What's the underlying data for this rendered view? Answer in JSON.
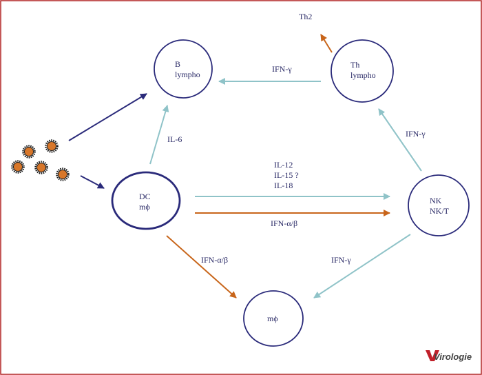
{
  "colors": {
    "frame": "#b02020",
    "node": "#2a2a7a",
    "cytokine": "#8fc3c8",
    "interferon": "#c8651a",
    "entry": "#2a2a7a",
    "particle_fill": "#d8772a",
    "particle_edge": "#1a1a1a"
  },
  "nodes": {
    "b": {
      "line1": "B",
      "line2": "lympho"
    },
    "th": {
      "line1": "Th",
      "line2": "lympho"
    },
    "dc": {
      "line1": "DC",
      "line2": "mϕ"
    },
    "nk": {
      "line1": "NK",
      "line2": "NK/T"
    },
    "m": {
      "line1": "mϕ"
    }
  },
  "labels": {
    "th2": "Th2",
    "ifn_gamma_th_b": "IFN-γ",
    "il6": "IL-6",
    "ifn_gamma_nk_th": "IFN-γ",
    "il12": "IL-12",
    "il15": "IL-15 ?",
    "il18": "IL-18",
    "ifn_ab_dc_nk": "IFN-α/β",
    "ifn_ab_dc_m": "IFN-α/β",
    "ifn_gamma_nk_m": "IFN-γ"
  },
  "logo": {
    "text": "Virologie"
  }
}
